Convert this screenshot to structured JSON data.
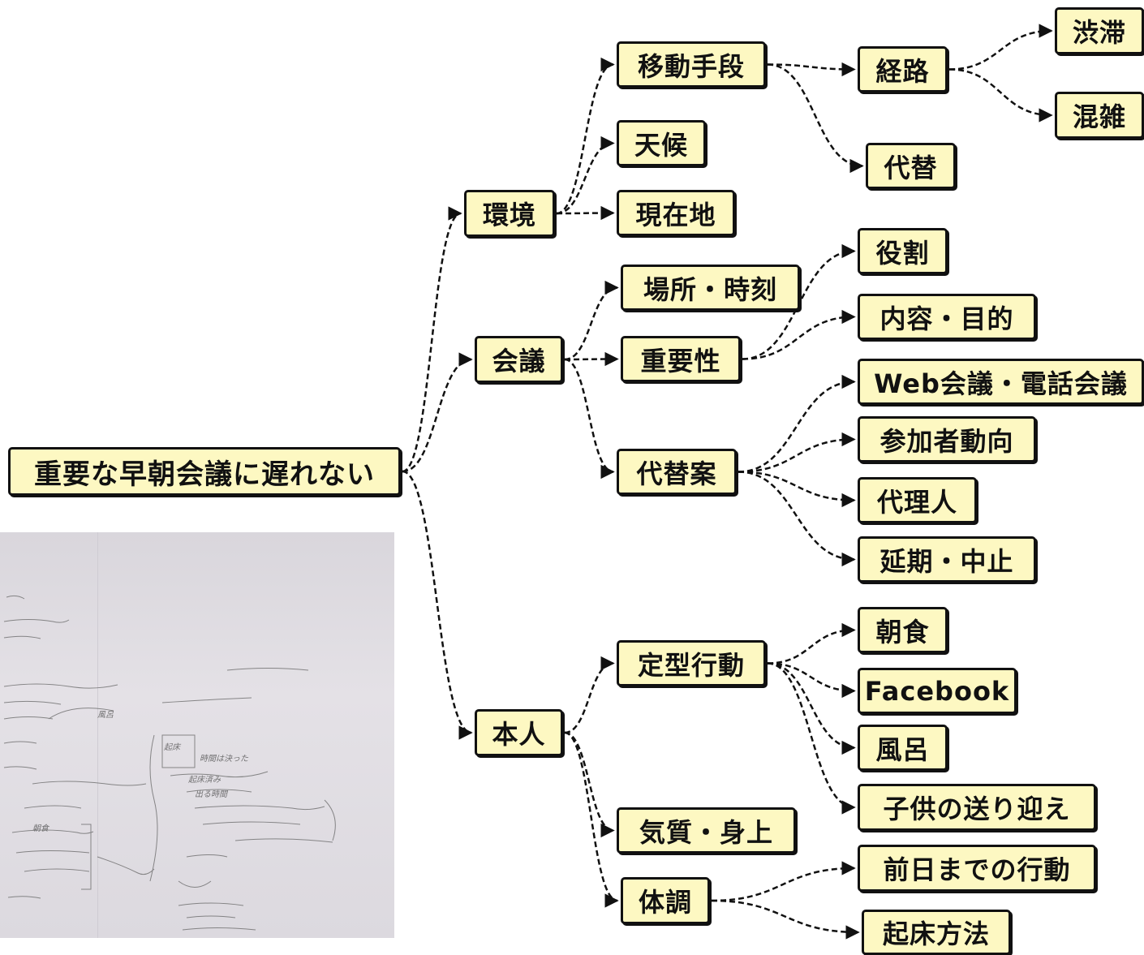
{
  "mindmap": {
    "root": "重要な早朝会議に遅れない",
    "branches": [
      {
        "label": "環境",
        "children": [
          {
            "label": "移動手段",
            "children": [
              {
                "label": "経路",
                "children": [
                  {
                    "label": "渋滞"
                  },
                  {
                    "label": "混雑"
                  }
                ]
              },
              {
                "label": "代替"
              }
            ]
          },
          {
            "label": "天候"
          },
          {
            "label": "現在地"
          }
        ]
      },
      {
        "label": "会議",
        "children": [
          {
            "label": "場所・時刻"
          },
          {
            "label": "重要性",
            "children": [
              {
                "label": "役割"
              },
              {
                "label": "内容・目的"
              }
            ]
          },
          {
            "label": "代替案",
            "children": [
              {
                "label": "Web会議・電話会議"
              },
              {
                "label": "参加者動向"
              },
              {
                "label": "代理人"
              },
              {
                "label": "延期・中止"
              }
            ]
          }
        ]
      },
      {
        "label": "本人",
        "children": [
          {
            "label": "定型行動",
            "children": [
              {
                "label": "朝食"
              },
              {
                "label": "Facebook"
              },
              {
                "label": "風呂"
              },
              {
                "label": "子供の送り迎え"
              }
            ]
          },
          {
            "label": "気質・身上"
          },
          {
            "label": "体調",
            "children": [
              {
                "label": "前日までの行動"
              },
              {
                "label": "起床方法"
              }
            ]
          }
        ]
      }
    ]
  },
  "photo": {
    "notes": [
      "起床",
      "時間は決った",
      "起床済み",
      "出る時間",
      "風呂",
      "朝食"
    ]
  },
  "colors": {
    "node_fill": "#fdf8c2",
    "node_border": "#111111",
    "edge": "#111111"
  }
}
